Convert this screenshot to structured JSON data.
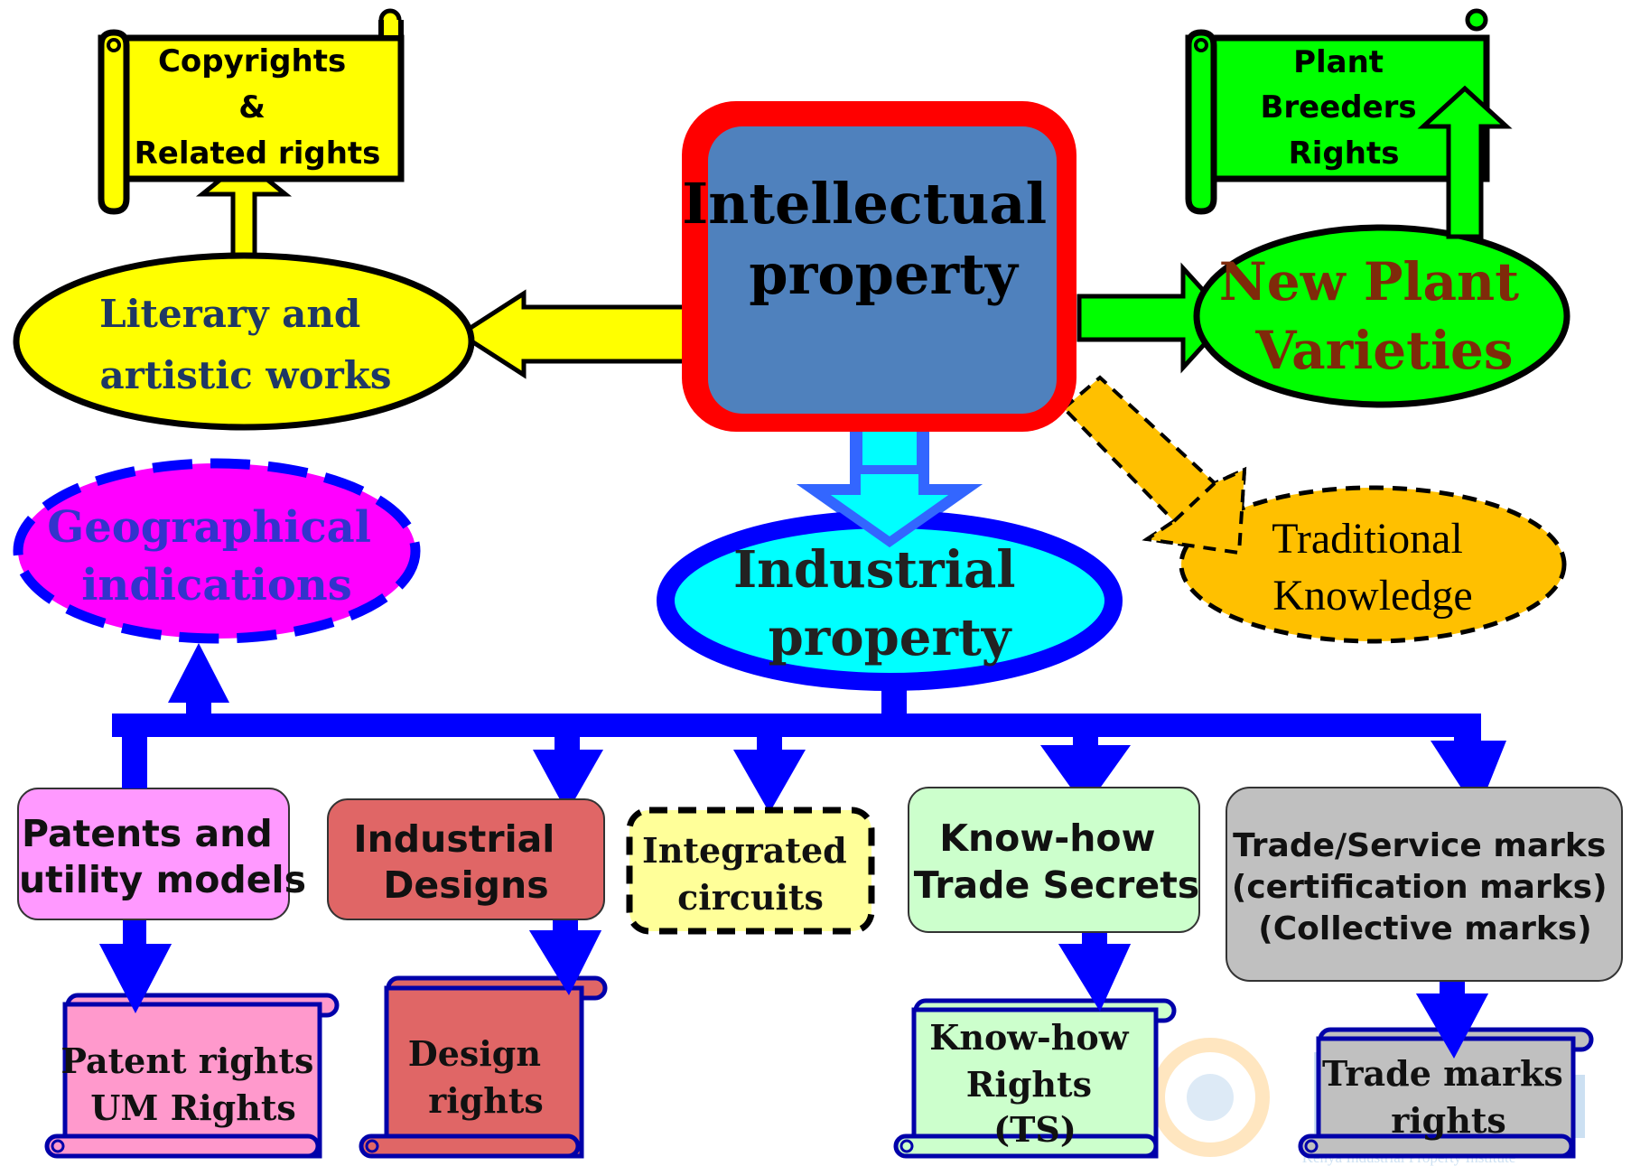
{
  "colors": {
    "blue": "#0000ff",
    "yellow": "#ffff00",
    "green": "#00ff00",
    "red": "#ff0000",
    "center_fill": "#4f81bd",
    "cyan": "#00ffff",
    "orange": "#ffc000",
    "magenta": "#ff00ff",
    "pink": "#ff99ff",
    "rose": "#e06666",
    "pale_yellow": "#ffff99",
    "pale_green": "#ccffcc",
    "gray": "#c0c0c0",
    "scroll_pink": "#ff99cc",
    "dark_blue_text": "#1f3864",
    "brown_text": "#7f2a0a",
    "purple_text": "#3333cc"
  },
  "nodes": {
    "center": [
      "Intellectual",
      "property"
    ],
    "literary": [
      "Literary and",
      "artistic works"
    ],
    "copyrights": [
      "Copyrights",
      "&",
      "Related rights"
    ],
    "new_plant": [
      "New Plant",
      "Varieties"
    ],
    "plant_breeders": [
      "Plant",
      "Breeders",
      "Rights"
    ],
    "industrial": [
      "Industrial",
      "property"
    ],
    "traditional": [
      "Traditional",
      "Knowledge"
    ],
    "geographical": [
      "Geographical",
      "indications"
    ],
    "patents": [
      "Patents and",
      "utility models"
    ],
    "designs": [
      "Industrial",
      "Designs"
    ],
    "integrated": [
      "Integrated",
      "circuits"
    ],
    "knowhow": [
      "Know-how",
      "Trade Secrets"
    ],
    "trademarks": [
      "Trade/Service marks",
      "(certification marks)",
      "(Collective marks)"
    ],
    "patent_rights": [
      "Patent rights",
      "UM Rights"
    ],
    "design_rights": [
      "Design",
      "rights"
    ],
    "knowhow_rights": [
      "Know-how",
      "Rights",
      "(TS)"
    ],
    "trademark_rights": [
      "Trade marks",
      "rights"
    ]
  },
  "watermark": "Kenya Industrial Property Institute"
}
